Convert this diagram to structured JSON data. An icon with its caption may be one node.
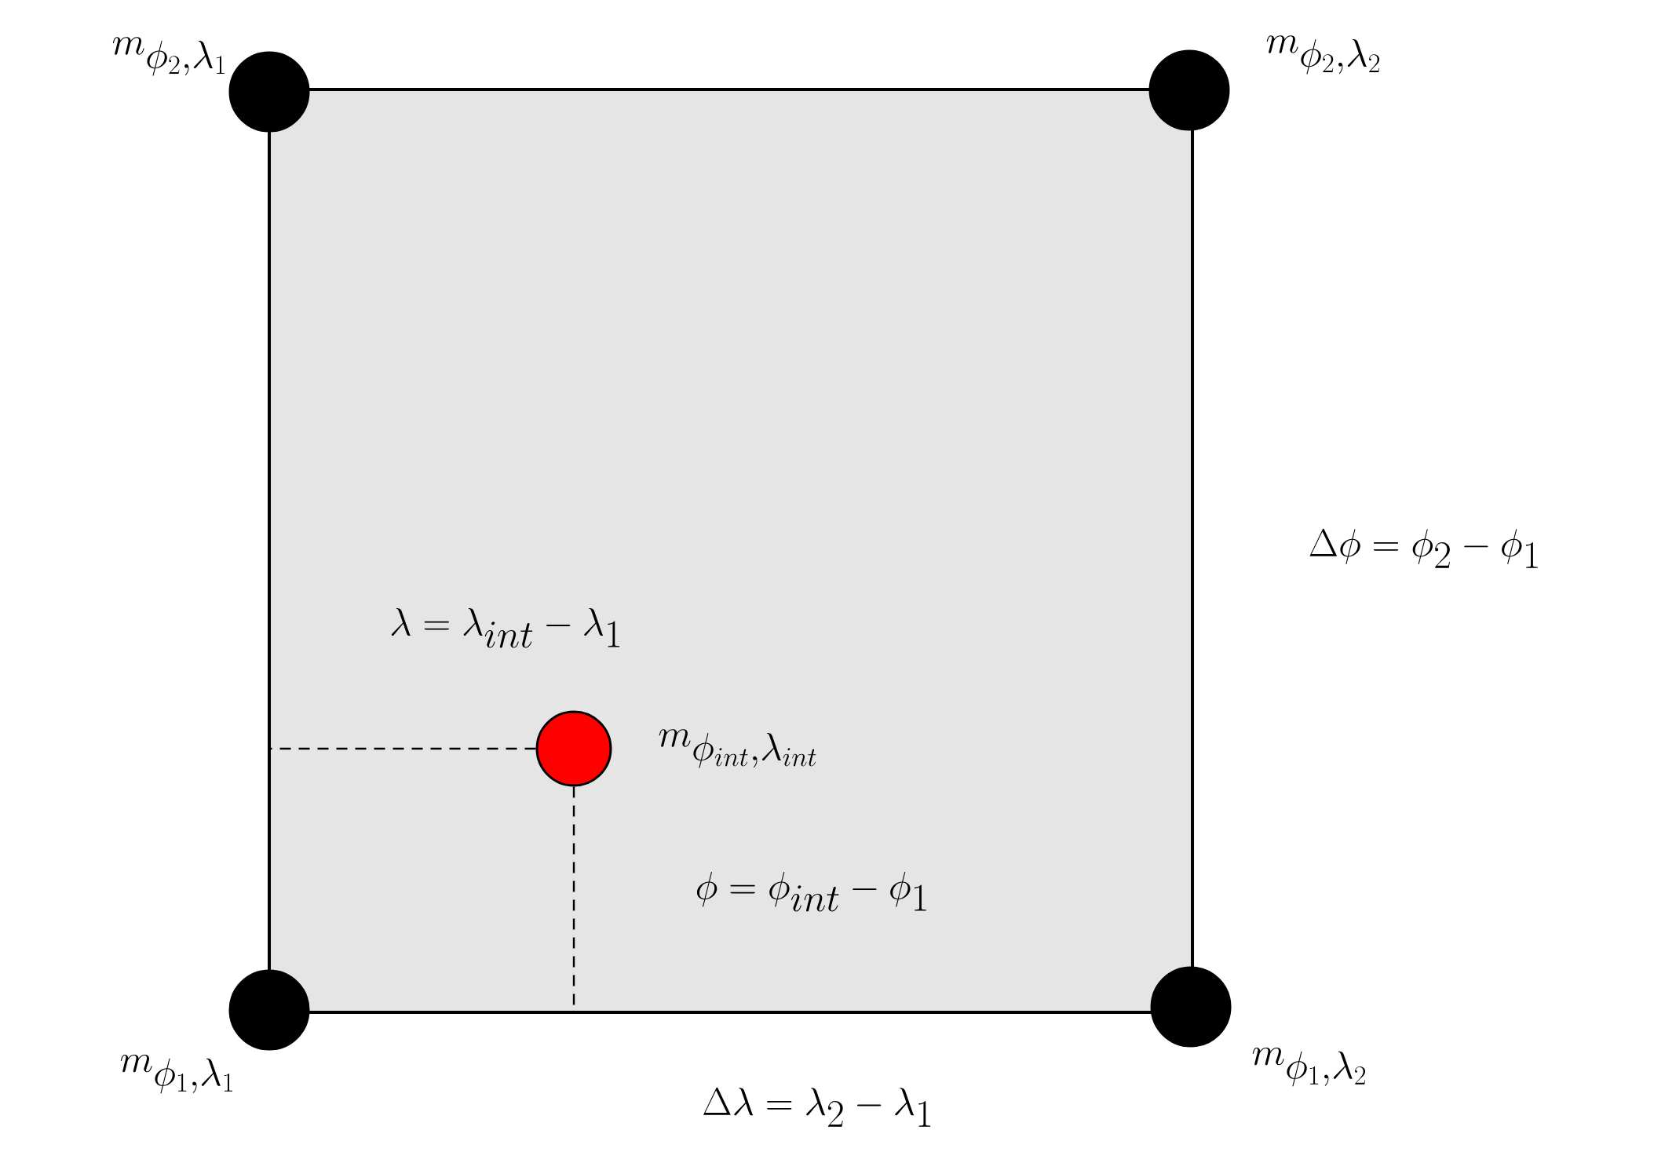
{
  "diagram": {
    "nodes": [
      {
        "text": [],
        "shape": "box"
      },
      {
        "text": [],
        "shape": "circle",
        "beside": [
          "m_{\\phi_2,\\lambda_1}"
        ]
      },
      {
        "text": [],
        "shape": "circle",
        "beside": [
          "m_{\\phi_2,\\lambda_2}"
        ]
      },
      {
        "text": [],
        "shape": "circle",
        "in": 0,
        "beside": [
          "m_{\\phi_{int},\\lambda_{int}}"
        ]
      },
      {
        "text": [],
        "shape": "circle",
        "beside": [
          "m_{\\phi_1,\\lambda_1}"
        ]
      },
      {
        "text": [],
        "shape": "circle",
        "beside": [
          "m_{\\phi_1,\\lambda_2}"
        ]
      }
    ],
    "edges": [
      {
        "from": 3,
        "to": 0,
        "arrow": "none",
        "style": "dashed"
      },
      {
        "from": 3,
        "to": 0,
        "arrow": "none",
        "style": "dashed"
      }
    ],
    "labels": [
      "\\lambda = \\lambda_{int} - \\lambda_1",
      "\\Delta\\phi = \\phi_2 - \\phi_1",
      "\\phi = \\phi_{int} - \\phi_1",
      "\\Delta\\lambda = \\lambda_2 - \\lambda_1"
    ]
  }
}
